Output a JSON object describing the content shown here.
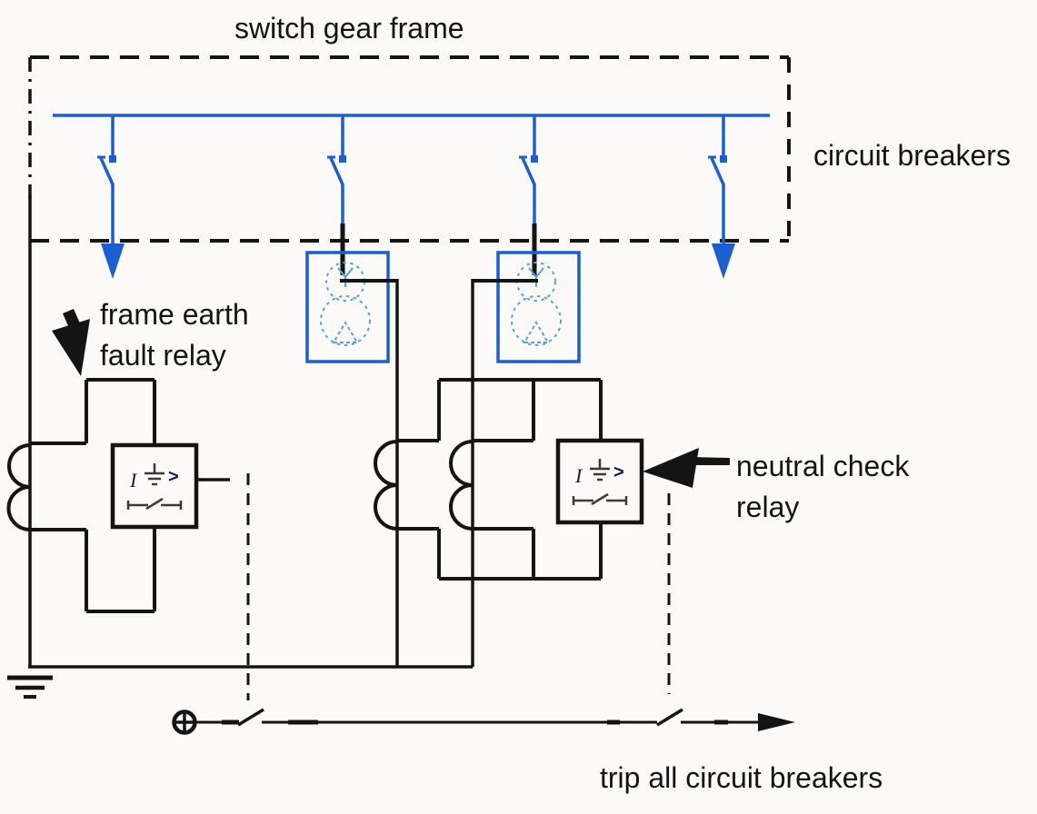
{
  "labels": {
    "title": "switch gear frame",
    "circuit_breakers": "circuit breakers",
    "frame_relay_line1": "frame earth",
    "frame_relay_line2": "fault relay",
    "neutral_relay_line1": "neutral check",
    "neutral_relay_line2": "relay",
    "trip": "trip all circuit breakers"
  },
  "relay_symbol": {
    "current": "I",
    "greater_than": ">"
  },
  "components": {
    "busbar": "bus bar",
    "breaker_count": 4,
    "relays": [
      "frame earth fault relay",
      "neutral check relay"
    ],
    "icons": [
      "earth-ground-icon",
      "dc-supply-plus-icon",
      "current-transformer-icon",
      "delta-winding-icon",
      "wye-winding-icon",
      "trip-contact-icon"
    ]
  },
  "colors": {
    "line_blue": "#1a5ed1",
    "light_blue": "#58a2da",
    "line_black": "#141414",
    "background": "#fbfaf8",
    "text": "#131313",
    "symbol_grey": "#3a3a3a"
  }
}
